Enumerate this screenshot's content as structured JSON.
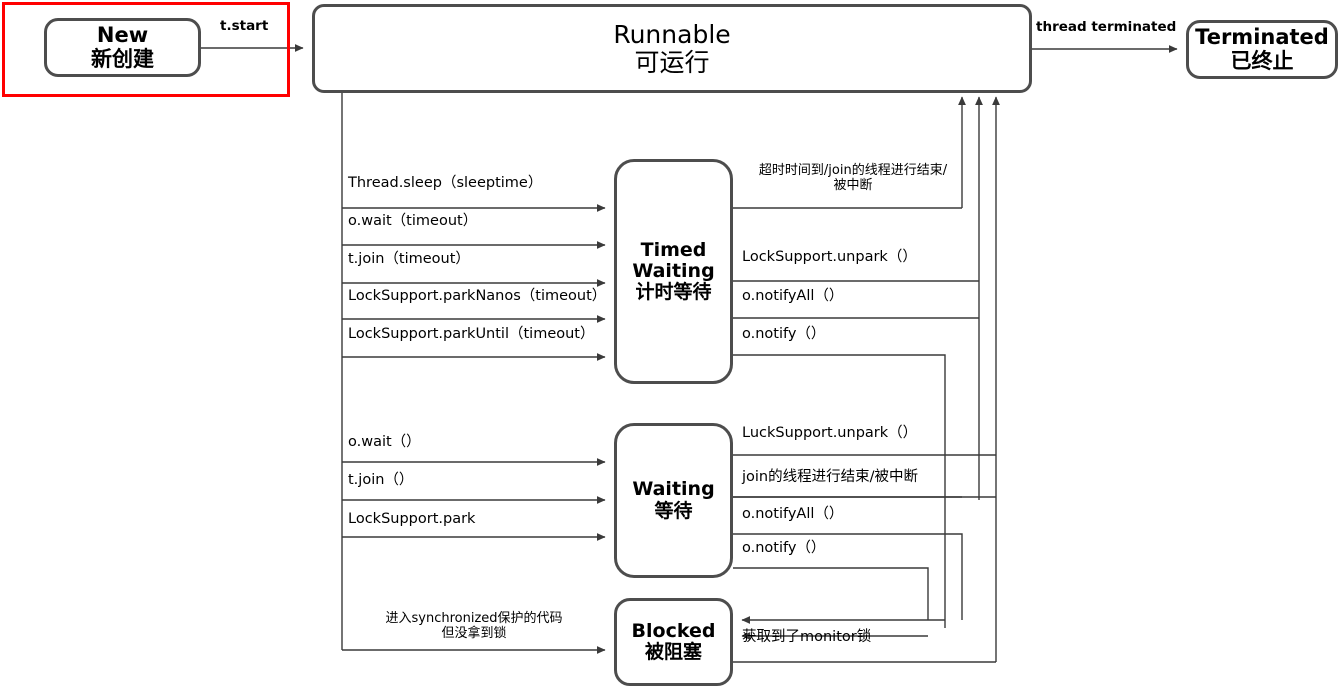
{
  "diagram": {
    "title": "Java Thread State Transition Diagram",
    "highlight_color": "#ff0000",
    "node_border_color": "#4d4d4d",
    "line_color": "#3a3a3a"
  },
  "nodes": {
    "new": {
      "en": "New",
      "zh": "新创建"
    },
    "runnable": {
      "en": "Runnable",
      "zh": "可运行"
    },
    "terminated": {
      "en": "Terminated",
      "zh": "已终止"
    },
    "timed_waiting": {
      "en1": "Timed",
      "en2": "Waiting",
      "zh": "计时等待"
    },
    "waiting": {
      "en": "Waiting",
      "zh": "等待"
    },
    "blocked": {
      "en": "Blocked",
      "zh": "被阻塞"
    }
  },
  "transitions": {
    "new_to_runnable": "t.start",
    "runnable_to_terminated": "thread terminated",
    "to_timed_waiting": [
      "Thread.sleep（sleeptime）",
      "o.wait（timeout）",
      "t.join（timeout）",
      "LockSupport.parkNanos（timeout）",
      "LockSupport.parkUntil（timeout）"
    ],
    "from_timed_waiting": [
      "超时时间到/join的线程进行结束/\n被中断",
      "LockSupport.unpark（）",
      "o.notifyAll（）",
      "o.notify（）"
    ],
    "to_waiting": [
      "o.wait（）",
      "t.join（）",
      "LockSupport.park"
    ],
    "from_waiting": [
      "LuckSupport.unpark（）",
      "join的线程进行结束/被中断",
      "o.notifyAll（）",
      "o.notify（）"
    ],
    "to_blocked": "进入synchronized保护的代码\n但没拿到锁",
    "from_blocked": "获取到了monitor锁"
  }
}
